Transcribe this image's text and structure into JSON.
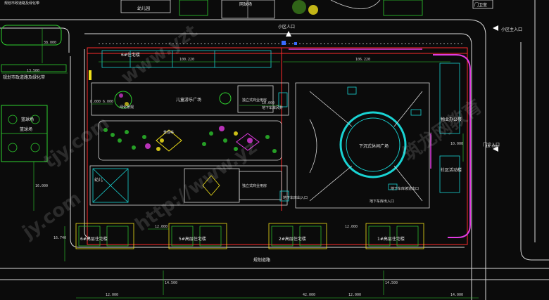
{
  "top": {
    "kindergarten": "幼儿园",
    "court": "网球场",
    "top_left_street": "规划市政道路及绿化带",
    "top_right_label": "门卫室"
  },
  "entrances": {
    "north_small": "小区人口",
    "east_main": "小区主入口",
    "east_secondary": "门诊入口"
  },
  "left": {
    "building_label": "规划市政道路及绿化带",
    "court_label": "篮球场",
    "block_label": "幼儿"
  },
  "buildings": {
    "top_block": "6#住宅楼",
    "east_block_upper": "物业办公楼",
    "east_block_lower": "社区活动楼",
    "south_1": "6#高层住宅楼",
    "south_2": "5#高层住宅楼",
    "south_3": "2#高层住宅楼",
    "south_4": "1#高层住宅楼"
  },
  "zones": {
    "plaza": "儿童游乐广场",
    "garden": "绿化景观",
    "sunken_plaza": "下沉式休闲广场",
    "retail": "独立式商业用房",
    "retail_lower": "独立式商业用房",
    "small_pavilion": "景观亭",
    "parking_top": "地下车库风井",
    "parking_bottom": "地下车库出入口",
    "ramp": "地下车库坡道出口",
    "garage_entry": "地下车库出入口",
    "garage_ramp_down": "地下车库出入口",
    "south_road": "规划道路",
    "park_label": "绿化带",
    "sport_label": "篮球场"
  },
  "dimensions": {
    "d_top_left": "100.220",
    "d_top_right": "106.220",
    "d_left_a": "13.500",
    "d_left_b": "8.000",
    "d_left_c": "6.000",
    "d_mid_a": "10.000",
    "d_mid_b": "12.000",
    "d_mid_c": "12.000",
    "d_right_a": "16.000",
    "d_right_b": "10.000",
    "d_vert_a": "38.000",
    "d_vert_b": "16.000",
    "d_vert_c": "16.740",
    "d_vert_d": "14.500",
    "d_vert_e": "14.500",
    "d_bottom_a": "12.000",
    "d_bottom_b": "42.000",
    "d_bottom_c": "12.000",
    "d_bottom_d": "14.000"
  },
  "watermark": {
    "a": "www.yzt",
    "b": "jy.com",
    "c": "筑龙网教育",
    "d": "tjy.com",
    "e": "http://www.yz"
  },
  "colors": {
    "road": "#d8d8d8",
    "red": "#ff2b2b",
    "green": "#2fd12f",
    "cyan": "#19d3d3",
    "magenta": "#e23be2",
    "yellow": "#f0e01a",
    "blue": "#3a6bff"
  }
}
